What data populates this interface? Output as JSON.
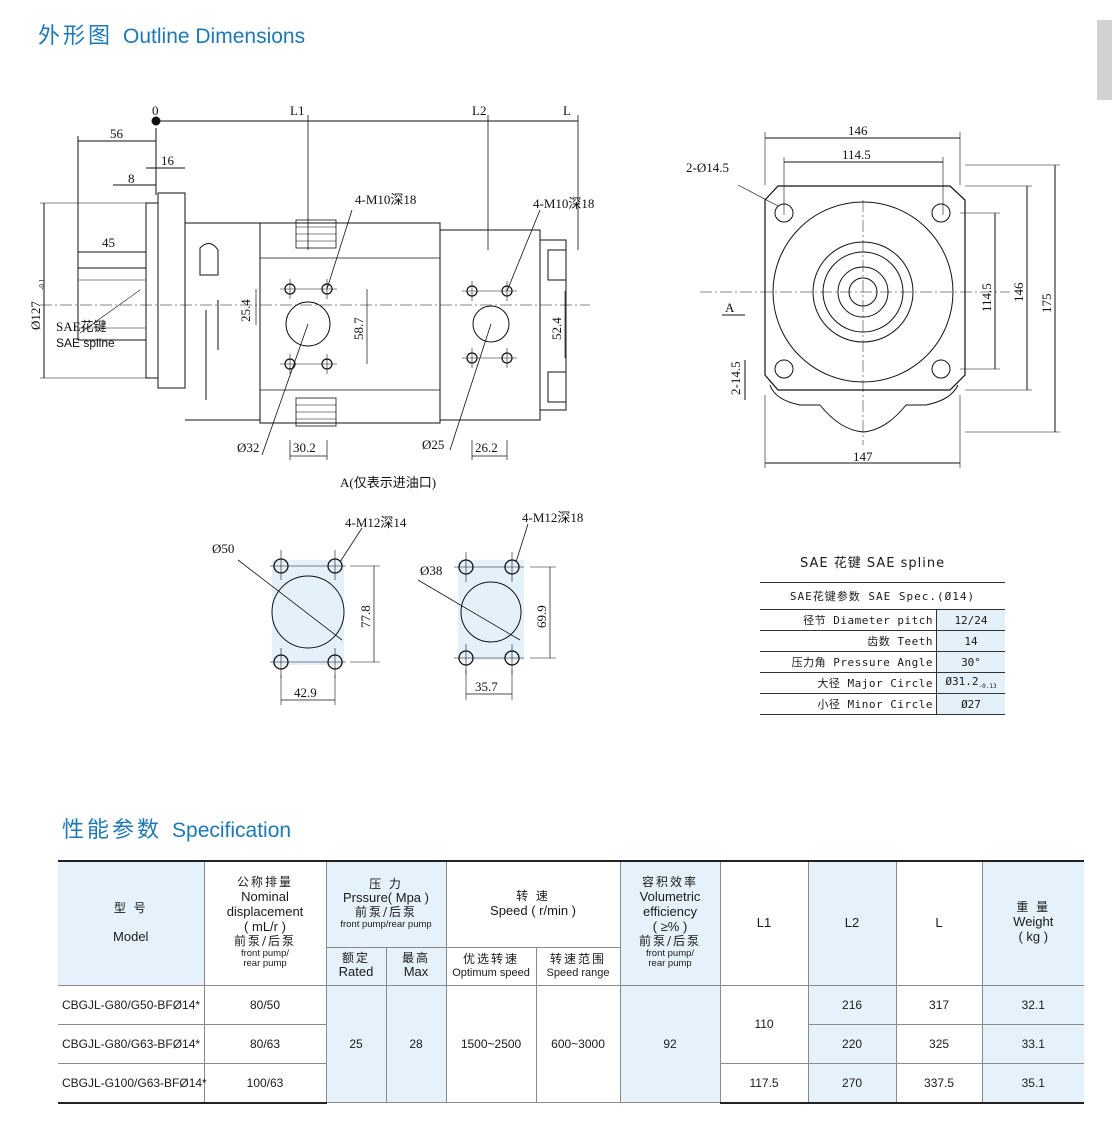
{
  "outline": {
    "title_cn": "外形图",
    "title_en": "Outline Dimensions"
  },
  "drawing": {
    "origin": "0",
    "l1": "L1",
    "l2": "L2",
    "l": "L",
    "d56": "56",
    "d16": "16",
    "d8": "8",
    "d45": "45",
    "dia127": "Ø127",
    "tol127": "-0.1",
    "sae_cn": "SAE花键",
    "sae_en": "SAE spline",
    "port1": "4-M10深18",
    "port2": "4-M10深18",
    "d25_4": "25.4",
    "d58_7": "58.7",
    "d52_4": "52.4",
    "dia32": "Ø32",
    "d30_2": "30.2",
    "dia25": "Ø25",
    "d26_2": "26.2",
    "view_note": "A(仅表示进油口)",
    "mount_holes": "2-Ø14.5",
    "d146w": "146",
    "d114_5w": "114.5",
    "d114_5h": "114.5",
    "d146h": "146",
    "d175": "175",
    "view_a": "A",
    "d2_14_5": "2-14.5",
    "d147": "147",
    "p1_label": "4-M12深14",
    "p1_dia": "Ø50",
    "p1_h": "77.8",
    "p1_w": "42.9",
    "p2_label": "4-M12深18",
    "p2_dia": "Ø38",
    "p2_h": "69.9",
    "p2_w": "35.7"
  },
  "spline": {
    "title": "SAE 花键  SAE spline",
    "header": "SAE花键参数 SAE Spec.(Ø14)",
    "rows": [
      {
        "k": "径节 Diameter pitch",
        "v": "12/24"
      },
      {
        "k": "齿数 Teeth",
        "v": "14"
      },
      {
        "k": "压力角 Pressure Angle",
        "v": "30°"
      },
      {
        "k": "大径 Major Circle",
        "v": "Ø31.2",
        "tol": "-0.13"
      },
      {
        "k": "小径 Minor Circle",
        "v": "Ø27"
      }
    ]
  },
  "spec": {
    "title_cn": "性能参数",
    "title_en": "Specification",
    "h_model_cn": "型  号",
    "h_model_en": "Model",
    "h_disp_cn": "公称排量",
    "h_disp_en1": "Nominal",
    "h_disp_en2": "displacement",
    "h_disp_unit": "( mL/r )",
    "h_disp_cn2": "前泵/后泵",
    "h_disp_en3": "front pump/",
    "h_disp_en4": "rear pump",
    "h_press_cn": "压  力",
    "h_press_en": "Prssure( Mpa )",
    "h_press_cn2": "前泵/后泵",
    "h_press_en2": "front pump/rear pump",
    "h_rated_cn": "额定",
    "h_rated_en": "Rated",
    "h_max_cn": "最高",
    "h_max_en": "Max",
    "h_speed_cn": "转    速",
    "h_speed_en": "Speed ( r/min )",
    "h_opt_cn": "优选转速",
    "h_opt_en": "Optimum speed",
    "h_range_cn": "转速范围",
    "h_range_en": "Speed range",
    "h_eff_cn": "容积效率",
    "h_eff_en1": "Volumetric",
    "h_eff_en2": "efficiency",
    "h_eff_unit": "( ≥% )",
    "h_eff_cn2": "前泵/后泵",
    "h_eff_en3": "front pump/",
    "h_eff_en4": "rear pump",
    "h_l1": "L1",
    "h_l2": "L2",
    "h_l": "L",
    "h_weight_cn": "重  量",
    "h_weight_en": "Weight",
    "h_weight_unit": "( kg )",
    "rows": [
      {
        "model": "CBGJL-G80/G50-BFØ14*",
        "disp": "80/50",
        "l2": "216",
        "l": "317",
        "weight": "32.1"
      },
      {
        "model": "CBGJL-G80/G63-BFØ14*",
        "disp": "80/63",
        "l2": "220",
        "l": "325",
        "weight": "33.1"
      },
      {
        "model": "CBGJL-G100/G63-BFØ14*",
        "disp": "100/63",
        "l1": "117.5",
        "l2": "270",
        "l": "337.5",
        "weight": "35.1"
      }
    ],
    "rated": "25",
    "max": "28",
    "opt": "1500~2500",
    "range": "600~3000",
    "eff": "92",
    "l1_shared": "110"
  }
}
